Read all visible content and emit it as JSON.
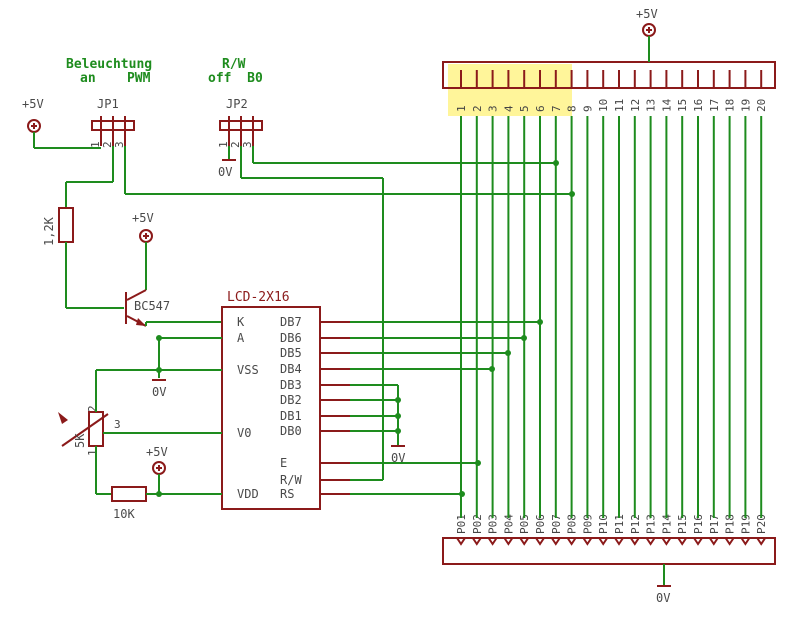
{
  "supply": {
    "plus5v": "+5V",
    "gnd": "0V"
  },
  "jp1": {
    "name": "JP1",
    "header_line1": "Beleuchtung",
    "header_line2": "an    PWM",
    "pins": [
      "1",
      "2",
      "3"
    ]
  },
  "jp2": {
    "name": "JP2",
    "header_line1": "R/W",
    "header_line2": "off  B0",
    "pins": [
      "1",
      "2",
      "3"
    ]
  },
  "resistor_r1": "1,2K",
  "transistor": "BC547",
  "pot": {
    "value": "5K",
    "pins": [
      "1",
      "2",
      "3"
    ]
  },
  "resistor_r2": "10K",
  "lcd": {
    "name": "LCD-2X16",
    "left_pins": [
      "K",
      "A",
      "VSS",
      "V0",
      "VDD"
    ],
    "right_pins": [
      "DB7",
      "DB6",
      "DB5",
      "DB4",
      "DB3",
      "DB2",
      "DB1",
      "DB0",
      "E",
      "R/W",
      "RS"
    ]
  },
  "top_connector_pins": [
    "1",
    "2",
    "3",
    "4",
    "5",
    "6",
    "7",
    "8",
    "9",
    "10",
    "11",
    "12",
    "13",
    "14",
    "15",
    "16",
    "17",
    "18",
    "19",
    "20"
  ],
  "bottom_connector_pins": [
    "P01",
    "P02",
    "P03",
    "P04",
    "P05",
    "P06",
    "P07",
    "P08",
    "P09",
    "P10",
    "P11",
    "P12",
    "P13",
    "P14",
    "P15",
    "P16",
    "P17",
    "P18",
    "P19",
    "P20"
  ],
  "colors": {
    "wire": "#1e8c1e",
    "part": "#8b1a1a",
    "highlight": "#fff200"
  }
}
